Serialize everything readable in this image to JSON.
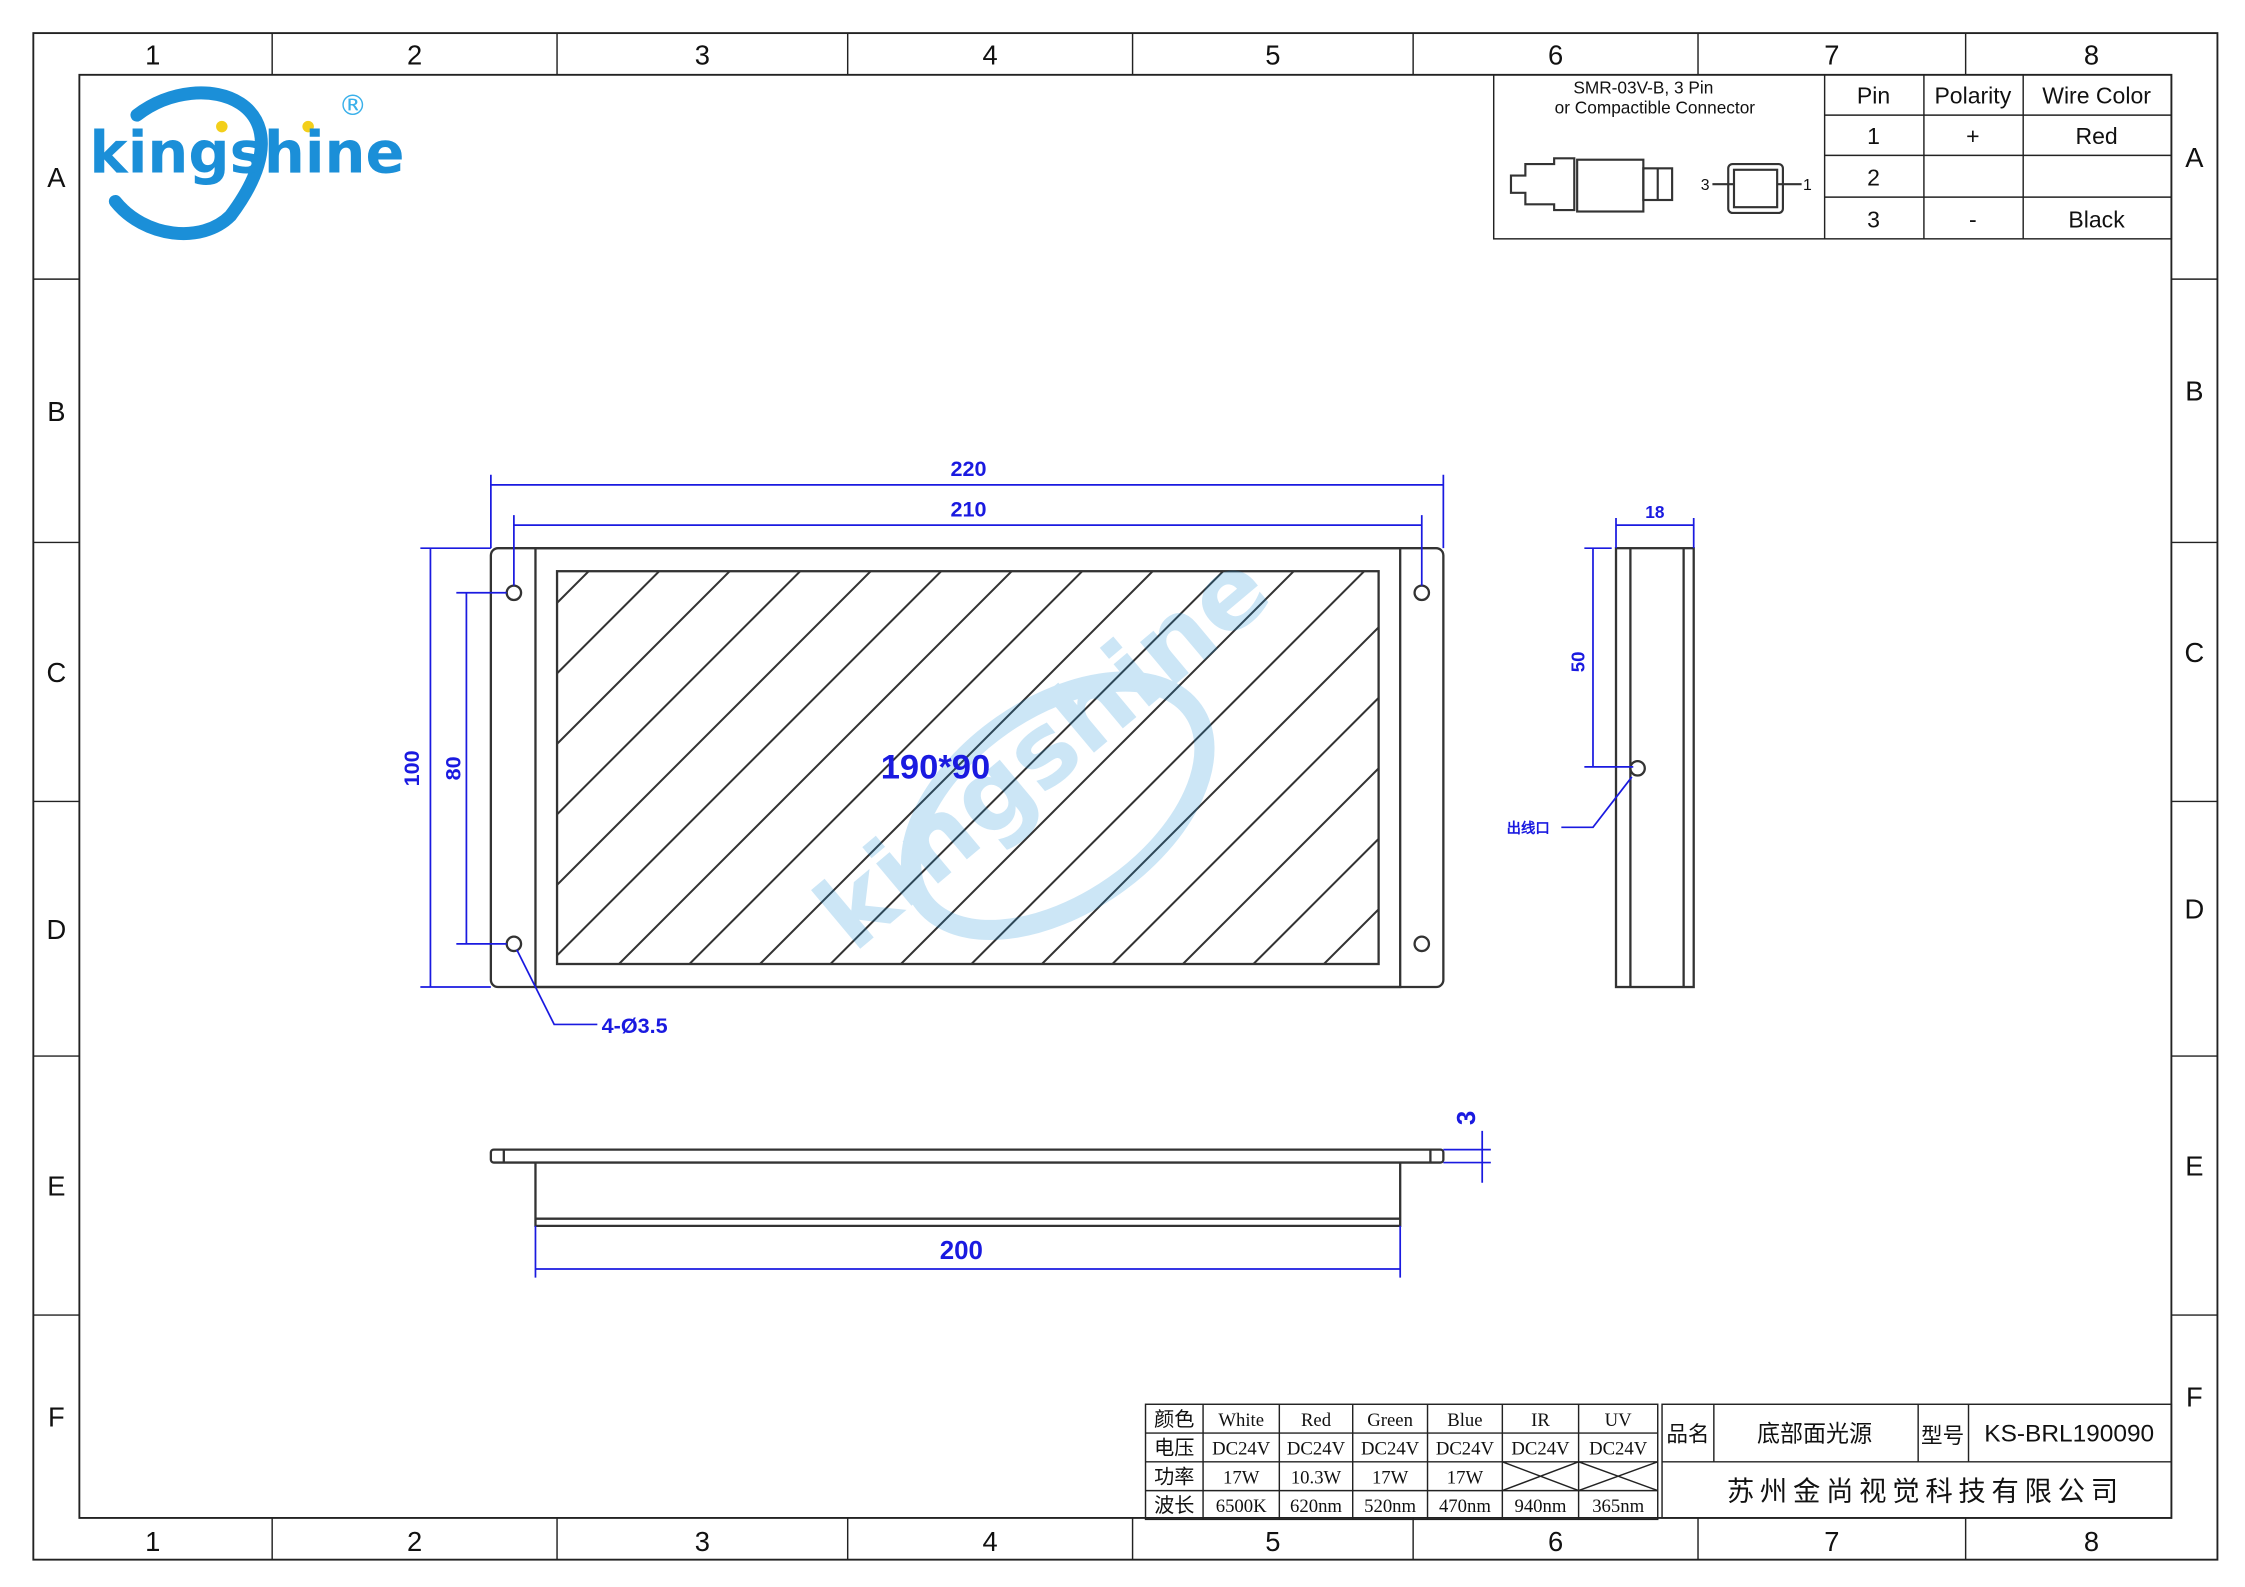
{
  "logo": {
    "text": "kingshine",
    "registered": "®"
  },
  "grid": {
    "columns": [
      "1",
      "2",
      "3",
      "4",
      "5",
      "6",
      "7",
      "8"
    ],
    "rows": [
      "A",
      "B",
      "C",
      "D",
      "E",
      "F"
    ]
  },
  "connector": {
    "title_line1": "SMR-03V-B, 3 Pin",
    "title_line2": "or Compactible Connector",
    "pin_label_left": "3",
    "pin_label_right": "1",
    "headers": [
      "Pin",
      "Polarity",
      "Wire Color"
    ],
    "rows": [
      [
        "1",
        "+",
        "Red"
      ],
      [
        "2",
        "",
        ""
      ],
      [
        "3",
        "-",
        "Black"
      ]
    ]
  },
  "front_view": {
    "dim_overall_width": "220",
    "dim_hole_spacing_width": "210",
    "dim_overall_height": "100",
    "dim_hole_spacing_height": "80",
    "emitting_area": "190*90",
    "holes_note": "4-Ø3.5"
  },
  "side_view": {
    "dim_thickness": "18",
    "dim_outlet_position": "50",
    "outlet_label": "出线口"
  },
  "bottom_view": {
    "dim_body_width": "200",
    "dim_flange": "3"
  },
  "spec_table": {
    "rows": [
      [
        "颜色",
        "White",
        "Red",
        "Green",
        "Blue",
        "IR",
        "UV"
      ],
      [
        "电压",
        "DC24V",
        "DC24V",
        "DC24V",
        "DC24V",
        "DC24V",
        "DC24V"
      ],
      [
        "功率",
        "17W",
        "10.3W",
        "17W",
        "17W",
        "",
        ""
      ],
      [
        "波长",
        "6500K",
        "620nm",
        "520nm",
        "470nm",
        "940nm",
        "365nm"
      ]
    ]
  },
  "title_block": {
    "name_label": "品名",
    "name_value": "底部面光源",
    "model_label": "型号",
    "model_value": "KS-BRL190090",
    "company": "苏州金尚视觉科技有限公司"
  },
  "colors": {
    "dimension": "#1a1ae0",
    "logo_blue": "#1b8fd8",
    "logo_dot": "#f3cf1a"
  }
}
